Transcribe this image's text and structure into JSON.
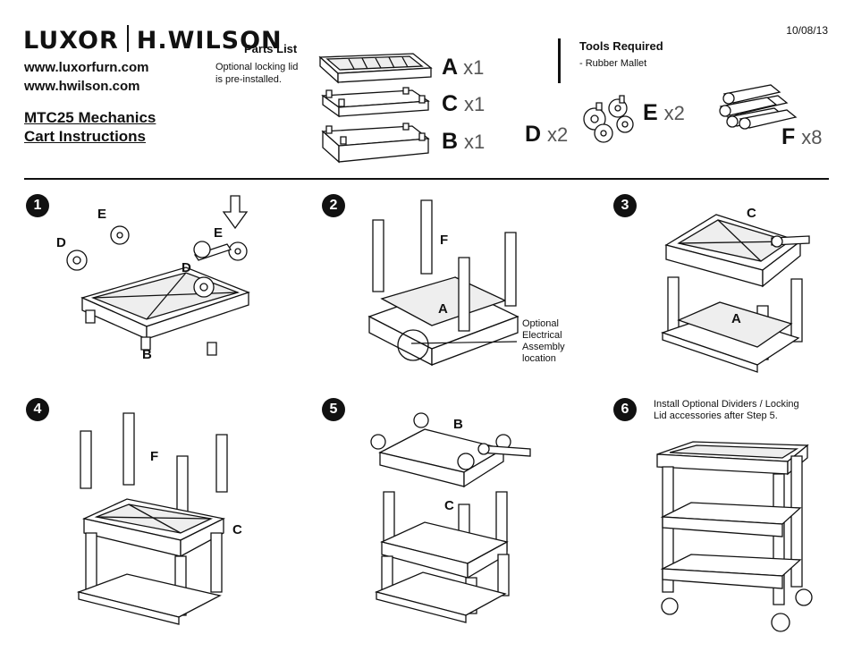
{
  "header": {
    "brand_left": "LUXOR",
    "brand_right": "H.WILSON",
    "url1": "www.luxorfurn.com",
    "url2": "www.hwilson.com",
    "title_line1": "MTC25 Mechanics",
    "title_line2": "Cart Instructions",
    "date": "10/08/13"
  },
  "parts": {
    "heading": "Parts List",
    "note_line1": "Optional locking lid",
    "note_line2": "is pre-installed.",
    "items": [
      {
        "letter": "A",
        "count": "x1"
      },
      {
        "letter": "C",
        "count": "x1"
      },
      {
        "letter": "B",
        "count": "x1"
      },
      {
        "letter": "D",
        "count": "x2"
      },
      {
        "letter": "E",
        "count": "x2"
      },
      {
        "letter": "F",
        "count": "x8"
      }
    ]
  },
  "tools": {
    "heading": "Tools Required",
    "item": "-  Rubber Mallet"
  },
  "steps": {
    "s1": {
      "num": "1",
      "labels": [
        "E",
        "E",
        "D",
        "D",
        "B"
      ]
    },
    "s2": {
      "num": "2",
      "labels": [
        "F",
        "A"
      ],
      "note": [
        "Optional",
        "Electrical",
        "Assembly",
        "location"
      ]
    },
    "s3": {
      "num": "3",
      "labels": [
        "C",
        "A"
      ]
    },
    "s4": {
      "num": "4",
      "labels": [
        "F",
        "C"
      ]
    },
    "s5": {
      "num": "5",
      "labels": [
        "B",
        "C"
      ]
    },
    "s6": {
      "num": "6",
      "note_line1": "Install Optional Dividers / Locking",
      "note_line2": "Lid accessories after Step 5."
    }
  }
}
